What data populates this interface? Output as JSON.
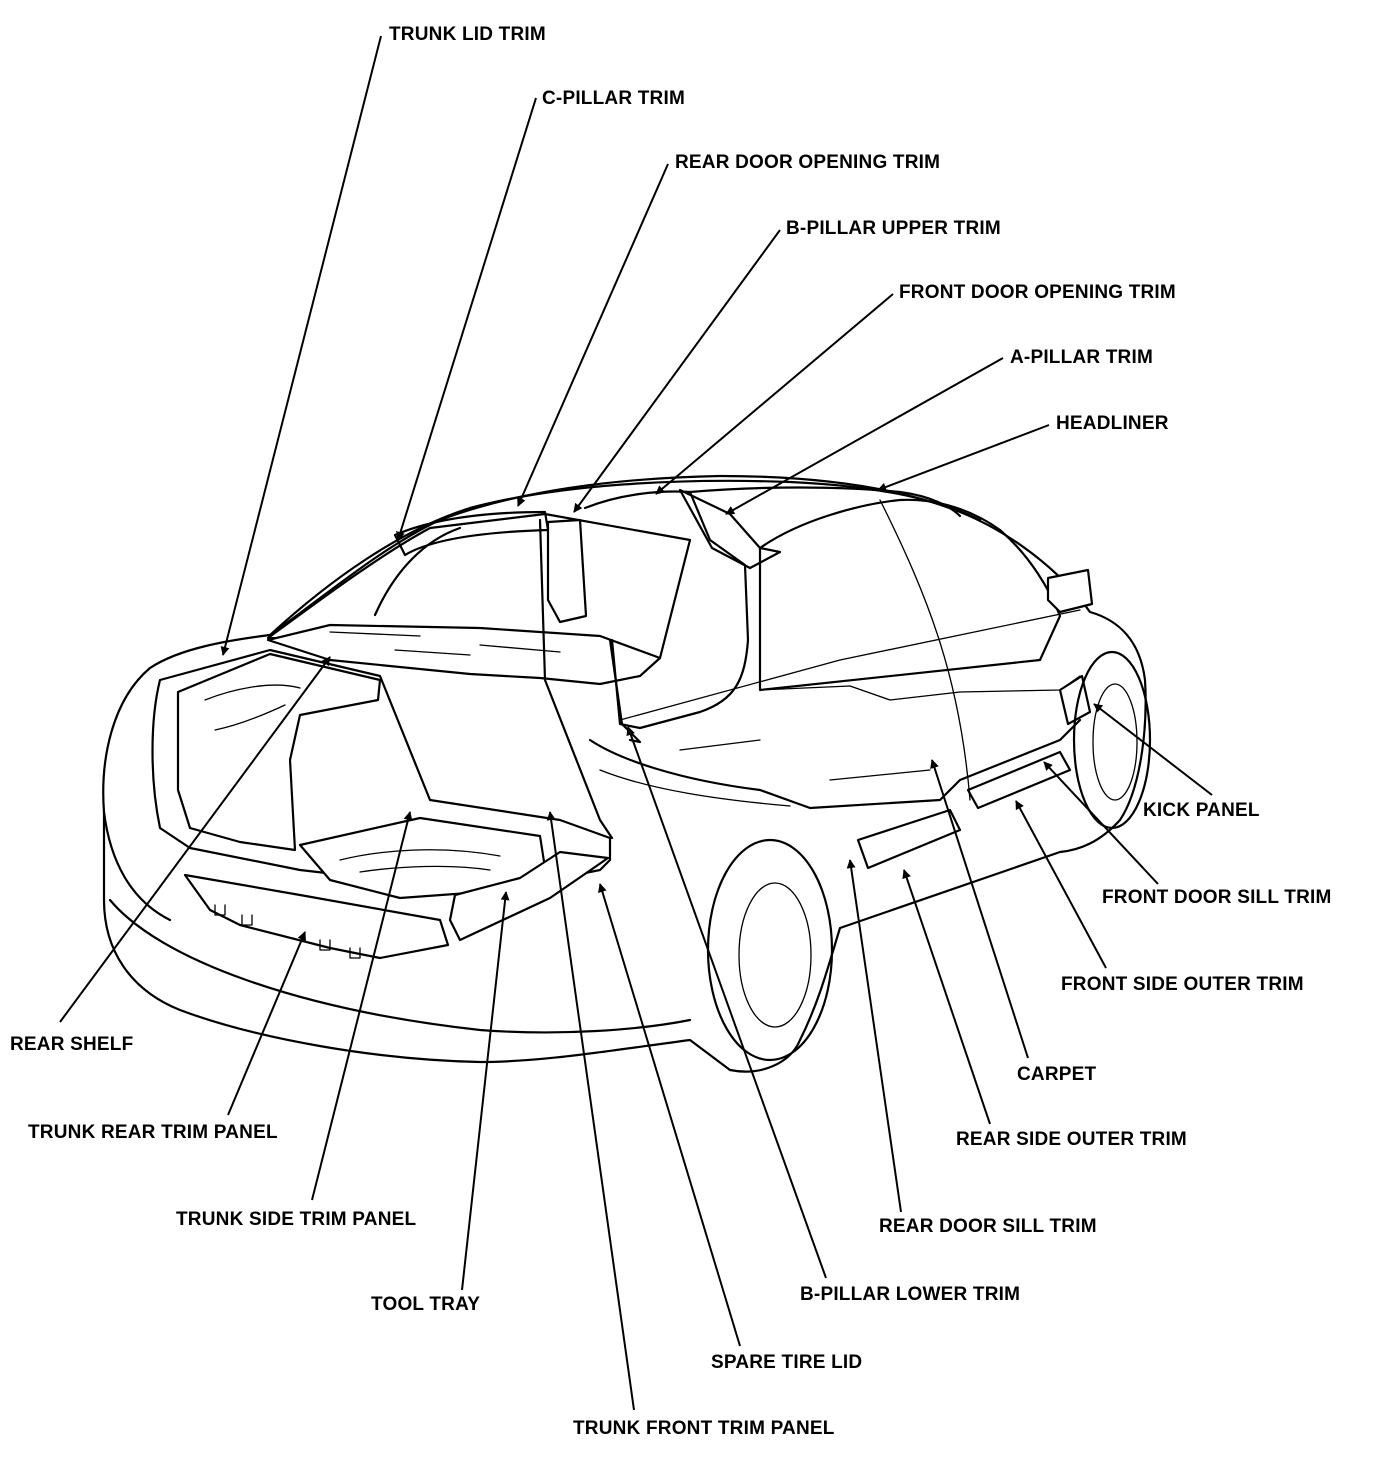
{
  "labels": {
    "trunk_lid_trim": "TRUNK LID TRIM",
    "c_pillar_trim": "C-PILLAR TRIM",
    "rear_door_opening_trim": "REAR DOOR OPENING TRIM",
    "b_pillar_upper_trim": "B-PILLAR UPPER TRIM",
    "front_door_opening_trim": "FRONT DOOR OPENING TRIM",
    "a_pillar_trim": "A-PILLAR TRIM",
    "headliner": "HEADLINER",
    "kick_panel": "KICK PANEL",
    "front_door_sill_trim": "FRONT DOOR SILL TRIM",
    "front_side_outer_trim": "FRONT SIDE OUTER TRIM",
    "carpet": "CARPET",
    "rear_side_outer_trim": "REAR SIDE OUTER TRIM",
    "rear_door_sill_trim": "REAR DOOR SILL TRIM",
    "b_pillar_lower_trim": "B-PILLAR LOWER TRIM",
    "spare_tire_lid": "SPARE TIRE LID",
    "trunk_front_trim_panel": "TRUNK FRONT TRIM PANEL",
    "tool_tray": "TOOL TRAY",
    "trunk_side_trim_panel": "TRUNK SIDE TRIM PANEL",
    "trunk_rear_trim_panel": "TRUNK REAR TRIM PANEL",
    "rear_shelf": "REAR SHELF"
  }
}
